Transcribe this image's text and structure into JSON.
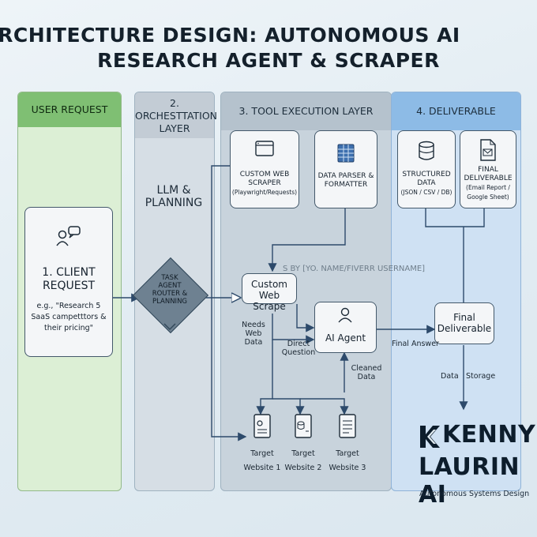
{
  "title": {
    "line1": "ARCHITECTURE DESIGN: AUTONOMOUS AI",
    "line2": "RESEARCH AGENT & SCRAPER"
  },
  "columns": {
    "user_request": "USER REQUEST",
    "orchestration_line1": "2. ORCHESTTATION",
    "orchestration_line2": "LAYER",
    "tool_execution": "3. TOOL EXECUTION LAYER",
    "deliverable": "4. DELIVERABLE"
  },
  "client_request": {
    "title_line1": "1. CLIENT",
    "title_line2": "REQUEST",
    "example_line1": "e.g., \"Research 5",
    "example_line2": "SaaS campetttors &",
    "example_line3": "their pricing\""
  },
  "orchestration": {
    "llm_line1": "LLM &",
    "llm_line2": "PLANNING",
    "diamond_line1": "TASK",
    "diamond_line2": "AGENT",
    "diamond_line3": "ROUTER &",
    "diamond_line4": "PLANNING"
  },
  "tools": {
    "scraper_line1": "CUSTOM WEB",
    "scraper_line2": "SCRAPER",
    "scraper_line3": "(Playwright/Requests)",
    "parser_line1": "DATA PARSER &",
    "parser_line2": "FORMATTER",
    "custom_line1": "Custom",
    "custom_line2": "Web Scrape",
    "ai_agent": "AI Agent",
    "watermark": "S BY [YO. NAME/FIVERR USERNAME]",
    "needs_line1": "Needs",
    "needs_line2": "Web",
    "needs_line3": "Data",
    "direct_line1": "Direct",
    "direct_line2": "Question",
    "cleaned_line1": "Cleaned",
    "cleaned_line2": "Data",
    "targets": [
      {
        "line1": "Target",
        "line2": "Website 1"
      },
      {
        "line1": "Target",
        "line2": "Website 2"
      },
      {
        "line1": "Target",
        "line2": "Website 3"
      }
    ]
  },
  "deliverables": {
    "structured_line1": "STRUCTURED",
    "structured_line2": "DATA",
    "structured_line3": "(JSON / CSV / DB)",
    "final_line1": "FINAL",
    "final_line2": "DELIVERABLE",
    "final_line3": "(Email Report /",
    "final_line4": "Google Sheet)",
    "final_box_line1": "Final",
    "final_box_line2": "Deliverable",
    "final_answer": "Final Answer",
    "data": "Data",
    "storage": "Storage"
  },
  "brand": {
    "line1": "KENNY",
    "line2": "LAURIN AI",
    "tagline": "Autonomous Systems Design"
  },
  "colors": {
    "user_header": "#7fbf73",
    "deliverable_header": "#8dbbe6",
    "line": "#2d4a6b"
  }
}
